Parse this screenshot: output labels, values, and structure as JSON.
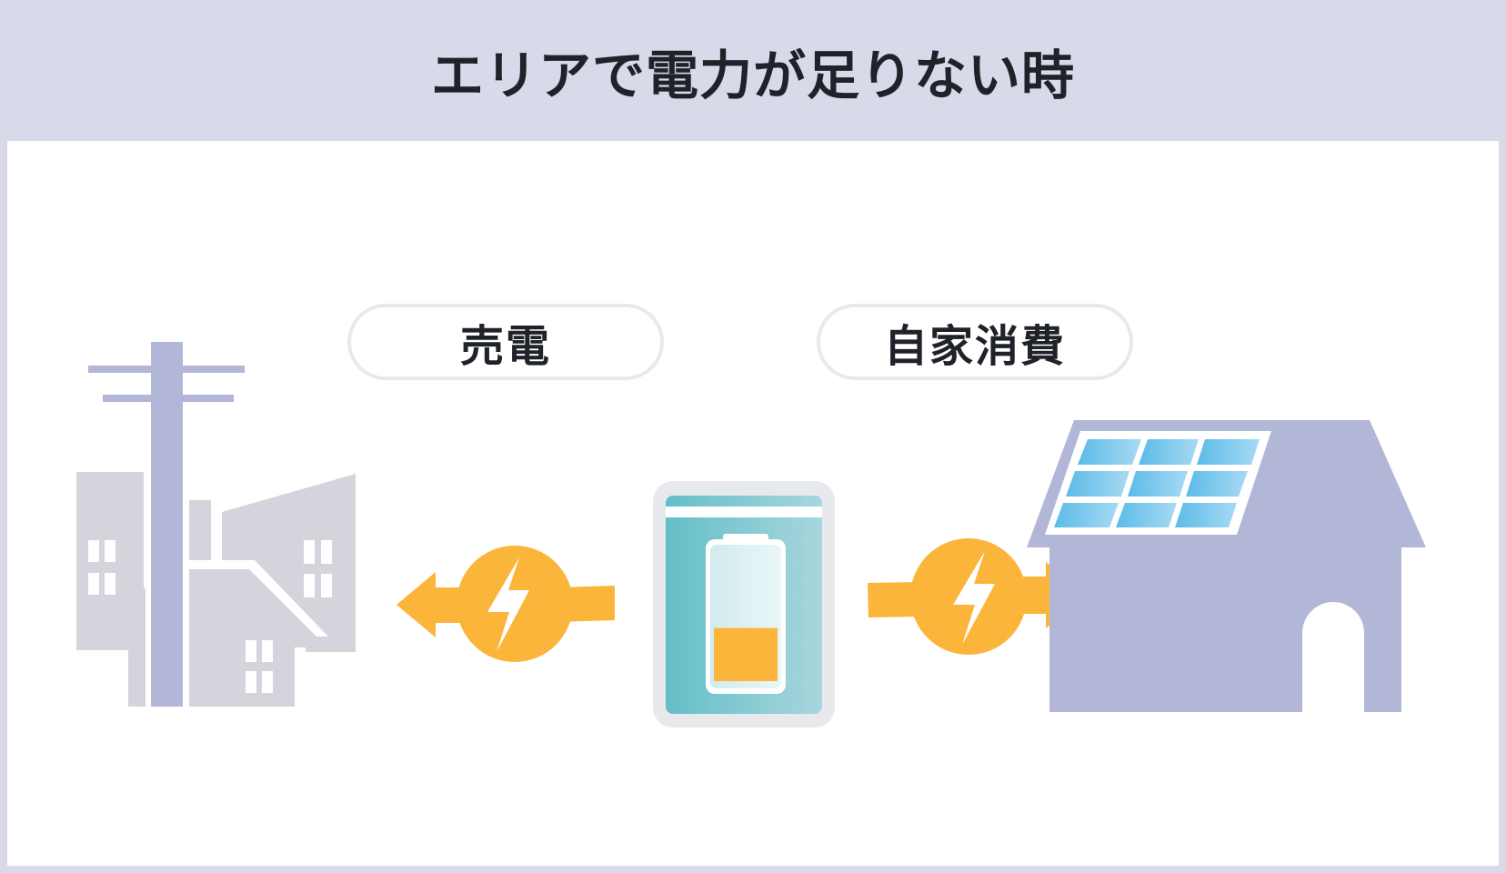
{
  "title": "エリアで電力が足りない時",
  "labels": {
    "sell": "売電",
    "self_consumption": "自家消費"
  },
  "colors": {
    "header_bg": "#d8dae9",
    "panel_bg": "#ffffff",
    "building_gray": "#d3d4dc",
    "pole_purple": "#b2b6d7",
    "house_purple": "#b3b7d7",
    "arrow_orange": "#fbb53a",
    "battery_teal": "#6cc0c8",
    "solar_blue": "#62bde8"
  },
  "icons": {
    "city": "city-buildings-icon",
    "pole": "utility-pole-icon",
    "battery": "storage-battery-icon",
    "lightning": "lightning-bolt-icon",
    "house": "solar-house-icon"
  },
  "battery": {
    "charge_level": 0.4
  }
}
